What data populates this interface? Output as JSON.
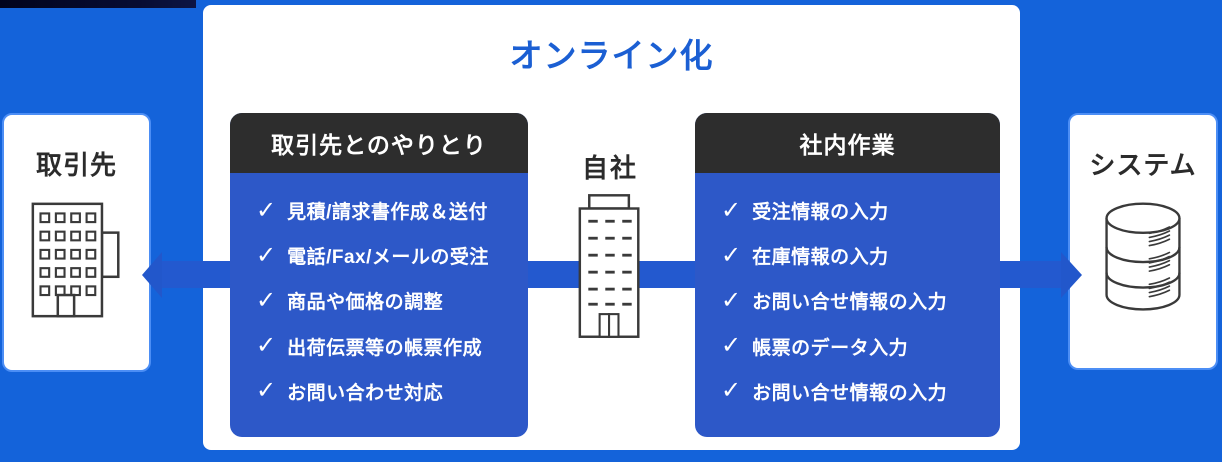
{
  "colors": {
    "background": "#1463da",
    "top_bar_navy": "#070c33",
    "panel": "#ffffff",
    "title_blue": "#1b5fd3",
    "card_blue": "#2d58c8",
    "arrow_blue": "#2359cf",
    "header_dark": "#2d2d2d",
    "node_border_light_blue": "#4c8ef5",
    "text_dark": "#2b2b2b",
    "text_light": "#ffffff",
    "icon_stroke": "#3a3a3a"
  },
  "diagram": {
    "title": "オンライン化",
    "glyphs": {
      "check": "✓"
    },
    "nodes": {
      "partner": {
        "label": "取引先",
        "icon": "office-building-icon"
      },
      "company": {
        "label": "自社",
        "icon": "company-building-icon"
      },
      "system": {
        "label": "システム",
        "icon": "database-icon"
      }
    },
    "partner_card": {
      "header": "取引先とのやりとり",
      "items": [
        "見積/請求書作成＆送付",
        "電話/Fax/メールの受注",
        "商品や価格の調整",
        "出荷伝票等の帳票作成",
        "お問い合わせ対応"
      ]
    },
    "internal_card": {
      "header": "社内作業",
      "items": [
        "受注情報の入力",
        "在庫情報の入力",
        "お問い合せ情報の入力",
        "帳票のデータ入力",
        "お問い合せ情報の入力"
      ]
    }
  }
}
